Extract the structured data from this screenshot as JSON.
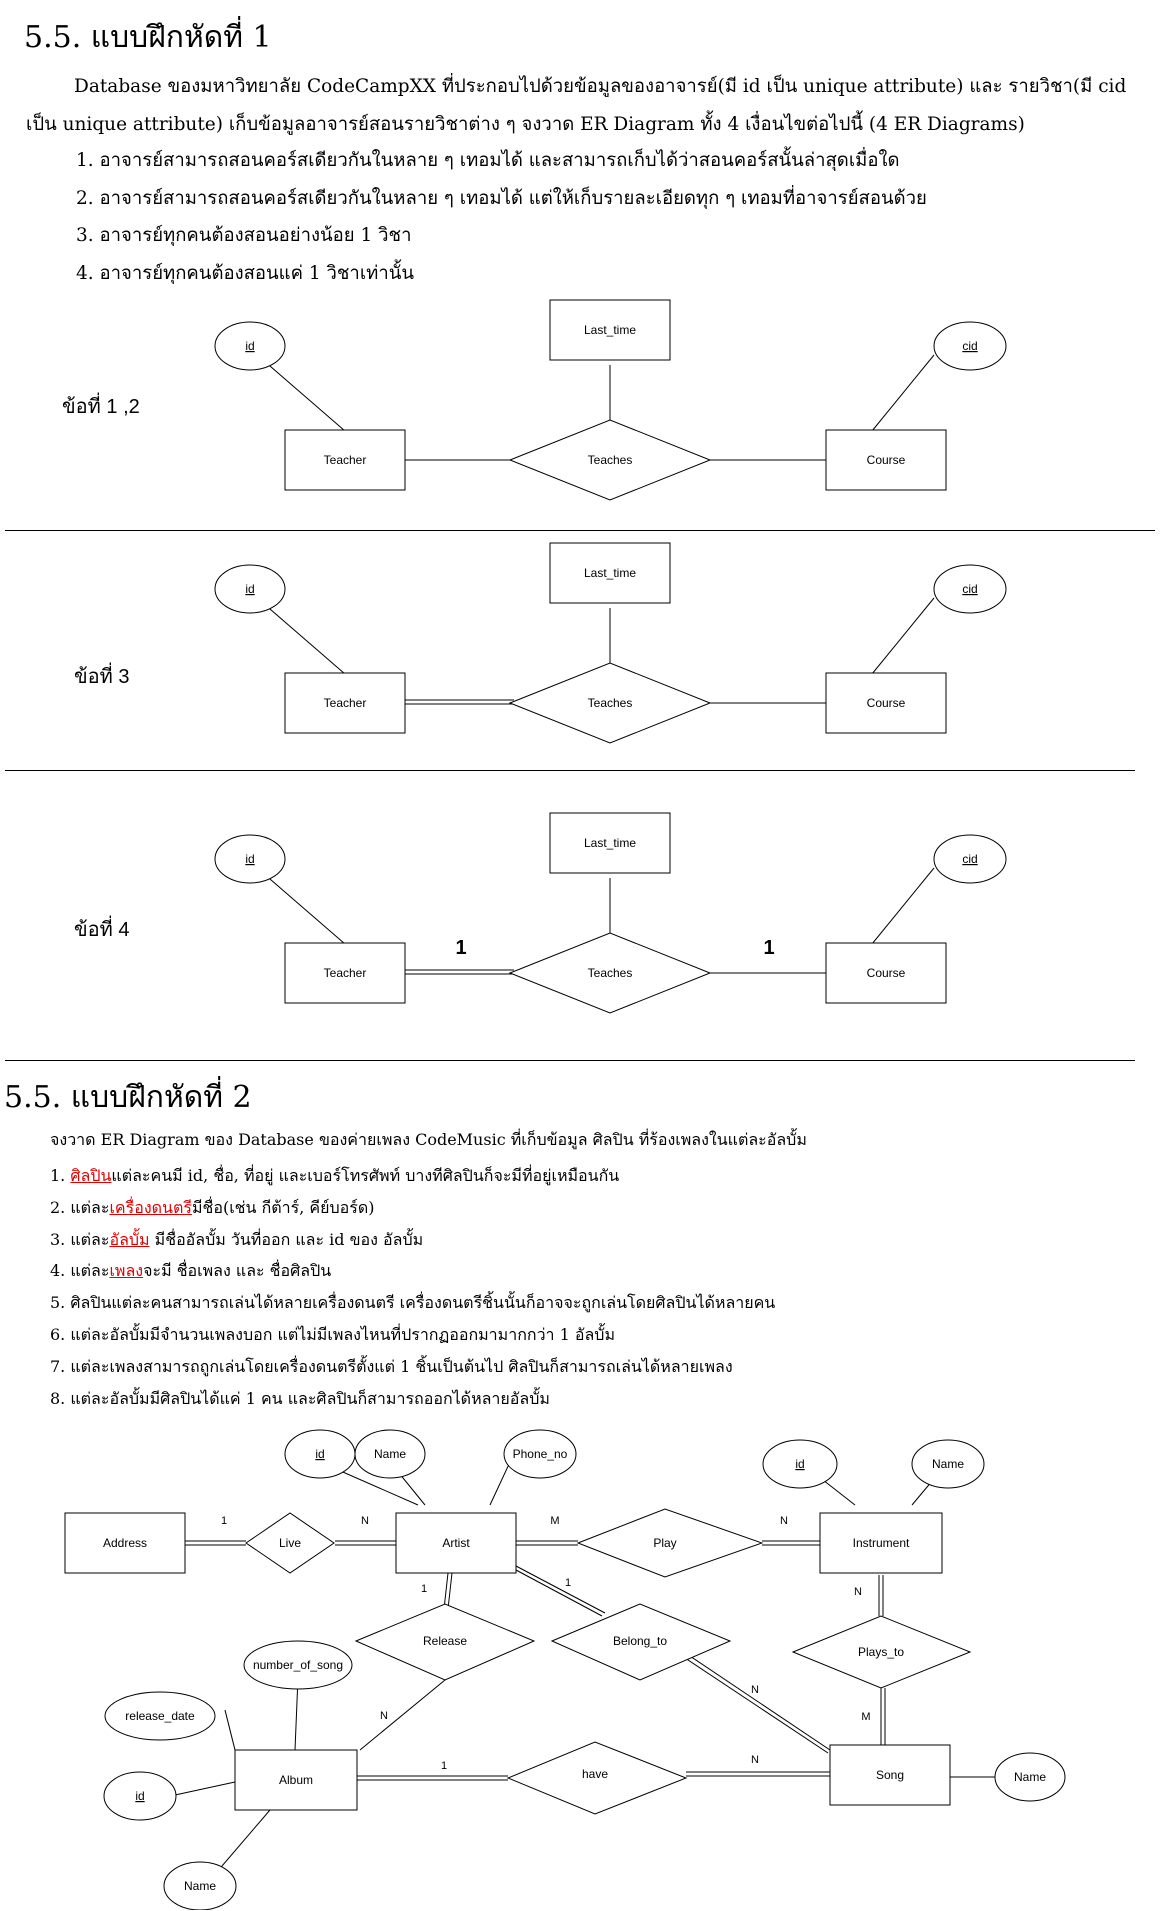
{
  "section1": {
    "title": "5.5. แบบฝึกหัดที่ 1",
    "paragraph": "Database ของมหาวิทยาลัย CodeCampXX ที่ประกอบไปด้วยข้อมูลของอาจารย์(มี id เป็น unique attribute) และ รายวิชา(มี cid เป็น unique attribute) เก็บข้อมูลอาจารย์สอนรายวิชาต่าง ๆ จงวาด ER Diagram ทั้ง 4 เงื่อนไขต่อไปนี้ (4 ER Diagrams)",
    "items": [
      "1. อาจารย์สามารถสอนคอร์สเดียวกันในหลาย ๆ เทอมได้ และสามารถเก็บได้ว่าสอนคอร์สนั้นล่าสุดเมื่อใด",
      "2. อาจารย์สามารถสอนคอร์สเดียวกันในหลาย ๆ เทอมได้ แต่ให้เก็บรายละเอียดทุก ๆ เทอมที่อาจารย์สอนด้วย",
      "3. อาจารย์ทุกคนต้องสอนอย่างน้อย 1 วิชา",
      "4. อาจารย์ทุกคนต้องสอนแค่ 1 วิชาเท่านั้น"
    ]
  },
  "diagrams1": [
    {
      "label": "ข้อที่ 1 ,2",
      "id": "id",
      "last_time": "Last_time",
      "cid": "cid",
      "teacher": "Teacher",
      "teaches": "Teaches",
      "course": "Course"
    },
    {
      "label": "ข้อที่ 3",
      "id": "id",
      "last_time": "Last_time",
      "cid": "cid",
      "teacher": "Teacher",
      "teaches": "Teaches",
      "course": "Course"
    },
    {
      "label": "ข้อที่ 4",
      "id": "id",
      "last_time": "Last_time",
      "cid": "cid",
      "teacher": "Teacher",
      "teaches": "Teaches",
      "course": "Course",
      "card_left": "1",
      "card_right": "1"
    }
  ],
  "section2": {
    "title": "5.5. แบบฝึกหัดที่ 2",
    "intro": "จงวาด ER Diagram ของ Database ของค่ายเพลง CodeMusic ที่เก็บข้อมูล ศิลปิน ที่ร้องเพลงในแต่ละอัลบั้ม",
    "items": [
      {
        "pre": "1. ",
        "red": "ศิลปิน",
        "post": "แต่ละคนมี id, ชื่อ, ที่อยู่ และเบอร์โทรศัพท์ บางทีศิลปินก็จะมีที่อยู่เหมือนกัน"
      },
      {
        "pre": "2. แต่ละ",
        "red": "เครื่องดนตรี",
        "post": "มีชื่อ(เช่น กีต้าร์, คีย์บอร์ด)"
      },
      {
        "pre": "3. แต่ละ",
        "red": "อัลบั้ม",
        "post": " มีชื่ออัลบั้ม วันที่ออก และ id ของ อัลบั้ม"
      },
      {
        "pre": "4. แต่ละ",
        "red": "เพลง",
        "post": "จะมี ชื่อเพลง และ ชื่อศิลปิน"
      },
      {
        "pre": "5. ศิลปินแต่ละคนสามารถเล่นได้หลายเครื่องดนตรี เครื่องดนตรีชิ้นนั้นก็อาจจะถูกเล่นโดยศิลปินได้หลายคน",
        "red": "",
        "post": ""
      },
      {
        "pre": "6. แต่ละอัลบั้มมีจำนวนเพลงบอก แต่ไม่มีเพลงไหนที่ปรากฏออกมามากกว่า 1 อัลบั้ม",
        "red": "",
        "post": ""
      },
      {
        "pre": "7. แต่ละเพลงสามารถถูกเล่นโดยเครื่องดนตรีตั้งแต่ 1 ชิ้นเป็นต้นไป ศิลปินก็สามารถเล่นได้หลายเพลง",
        "red": "",
        "post": ""
      },
      {
        "pre": "8. แต่ละอัลบั้มมีศิลปินได้แค่ 1 คน และศิลปินก็สามารถออกได้หลายอัลบั้ม",
        "red": "",
        "post": ""
      }
    ]
  },
  "diagram2": {
    "entities": {
      "address": "Address",
      "artist": "Artist",
      "instrument": "Instrument",
      "album": "Album",
      "song": "Song"
    },
    "relations": {
      "live": "Live",
      "play": "Play",
      "release": "Release",
      "belong_to": "Belong_to",
      "plays_to": "Plays_to",
      "have": "have"
    },
    "attributes": {
      "artist_id": "id",
      "artist_name": "Name",
      "phone_no": "Phone_no",
      "instrument_id": "id",
      "instrument_name": "Name",
      "number_of_song": "number_of_song",
      "release_date": "release_date",
      "album_id": "id",
      "album_name": "Name",
      "song_name": "Name"
    },
    "cardinalities": {
      "address_live": "1",
      "live_artist": "N",
      "artist_play": "M",
      "play_instrument": "N",
      "artist_release": "1",
      "artist_belong": "1",
      "release_album": "N",
      "belong_song": "N",
      "instrument_playsto": "N",
      "playsto_song": "M",
      "album_have": "1",
      "have_song": "N"
    }
  }
}
